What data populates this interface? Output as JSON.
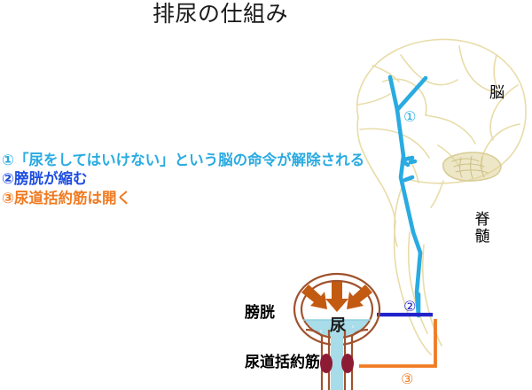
{
  "title": "排尿の仕組み",
  "steps": [
    {
      "marker": "①",
      "text": "「尿をしてはいけない」という脳の命令が解除される",
      "color": "#29ABE2",
      "full": "①「尿をしてはいけない」という脳の命令が解除される"
    },
    {
      "marker": "②",
      "text": "膀胱が縮む",
      "color": "#1F4FE0",
      "full": "②膀胱が縮む"
    },
    {
      "marker": "③",
      "text": "尿道括約筋は開く",
      "color": "#F07B22",
      "full": "③尿道括約筋は開く"
    }
  ],
  "anatomy_labels": {
    "brain": "脳",
    "spinal_cord": "脊髄",
    "bladder": "膀胱",
    "urine": "尿",
    "urethral_sphincter": "尿道括約筋"
  },
  "diagram_markers": {
    "one": "①",
    "two": "②",
    "three": "③"
  },
  "colors": {
    "nerve_blue": "#29ABE2",
    "bladder_outline": "#A0522D",
    "contraction_arrow": "#C35A11",
    "urine_fill": "#A8DCE8",
    "sphincter_muscle": "#8E1B34",
    "anatomy_outline": "#E8DCA8",
    "cerebellum_fill": "#DFD39A",
    "step2_line": "#2222CC",
    "step3_line": "#F07B22",
    "title_text": "#1a1a1a"
  }
}
